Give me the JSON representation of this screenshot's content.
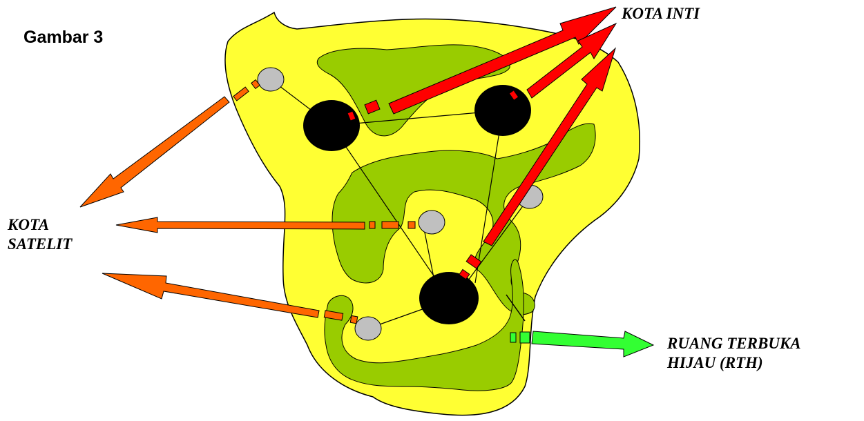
{
  "figure": {
    "title": "Gambar 3"
  },
  "labels": {
    "kota_inti": "KOTA INTI",
    "kota_satelit": [
      "KOTA",
      "SATELIT"
    ],
    "rth": [
      "RUANG TERBUKA",
      "HIJAU (RTH)"
    ]
  },
  "colors": {
    "land": "#ffff33",
    "green_space": "#99cc00",
    "core_city": "#000000",
    "satellite_city": "#c0c0c0",
    "core_arrow": "#ff0000",
    "satellite_arrow": "#ff6600",
    "rth_arrow": "#33ff33"
  }
}
